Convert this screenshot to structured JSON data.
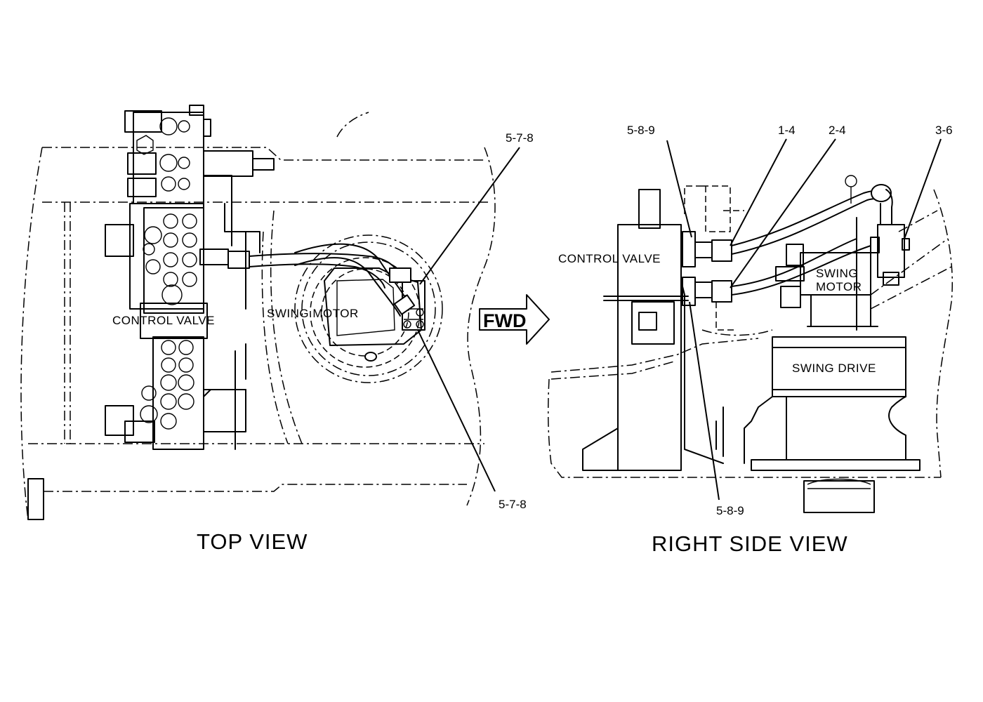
{
  "top_view": {
    "title": "TOP  VIEW",
    "labels": {
      "control_valve": "CONTROL  VALVE",
      "swing_motor": "SWING  MOTOR"
    },
    "callouts": {
      "upper": "5-7-8",
      "lower": "5-7-8"
    }
  },
  "side_view": {
    "title": "RIGHT  SIDE  VIEW",
    "labels": {
      "control_valve": "CONTROL  VALVE",
      "swing_motor_line1": "SWING",
      "swing_motor_line2": "MOTOR",
      "swing_drive": "SWING DRIVE"
    },
    "callouts": {
      "c1": "5-8-9",
      "c2": "1-4",
      "c3": "2-4",
      "c4": "3-6",
      "c5": "5-8-9"
    }
  },
  "fwd_arrow": {
    "label": "FWD"
  }
}
